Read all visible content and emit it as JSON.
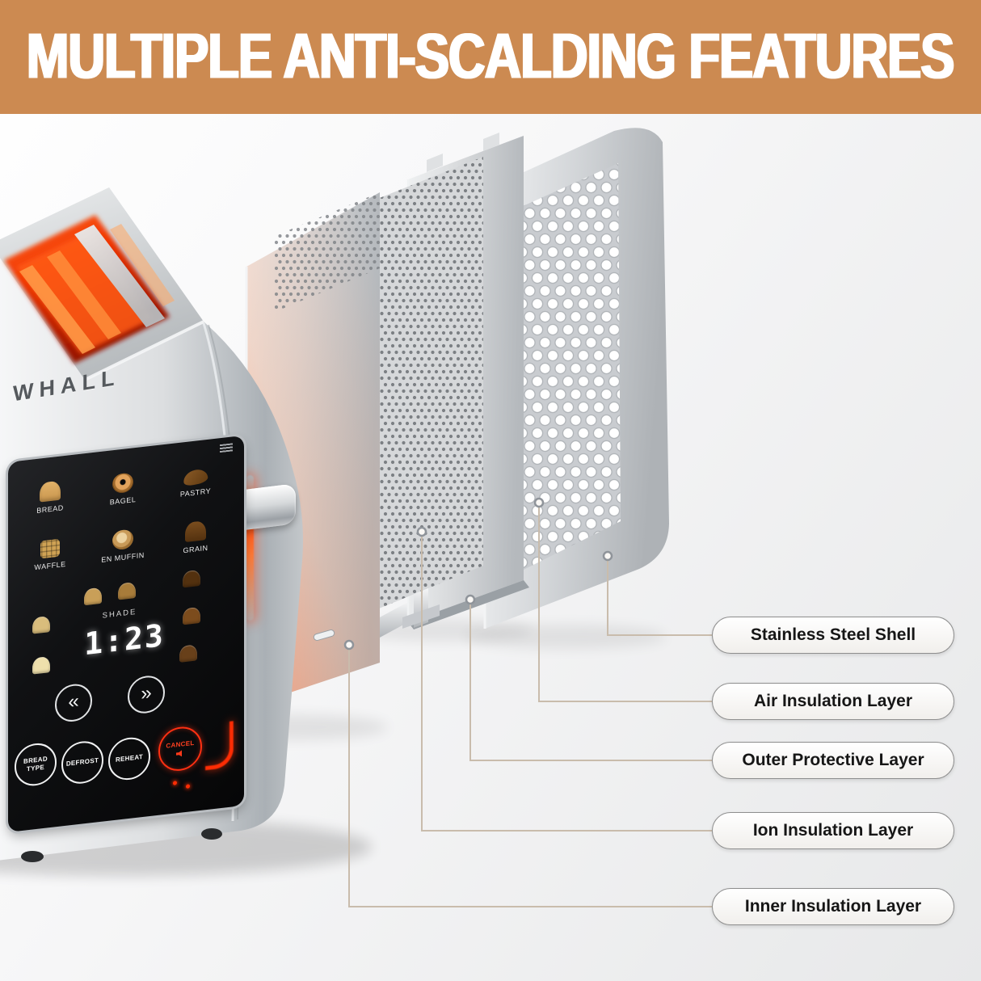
{
  "header": {
    "title": "MULTIPLE ANTI-SCALDING FEATURES"
  },
  "colors": {
    "banner_bg": "#cc8a51",
    "heat_glow_red": "#ff3a0c",
    "metal_light": "#eef0f1",
    "metal_dark": "#a8acb1",
    "callout_line": "#c9bcac"
  },
  "toaster": {
    "brand": "WHALL",
    "control_panel": {
      "modes": [
        {
          "label": "BREAD",
          "icon": "bread-toast-icon"
        },
        {
          "label": "BAGEL",
          "icon": "bagel-icon"
        },
        {
          "label": "PASTRY",
          "icon": "pastry-icon"
        },
        {
          "label": "WAFFLE",
          "icon": "waffle-icon"
        },
        {
          "label": "EN MUFFIN",
          "icon": "english-muffin-icon"
        },
        {
          "label": "GRAIN",
          "icon": "grain-bread-icon"
        }
      ],
      "shade_label": "SHADE",
      "display_value": "1:23",
      "nav": {
        "prev": "«",
        "next": "»"
      },
      "action_buttons": [
        {
          "label": "BREAD TYPE"
        },
        {
          "label": "DEFROST"
        },
        {
          "label": "REHEAT"
        },
        {
          "label": "CANCEL",
          "icon": "speaker-icon"
        }
      ]
    }
  },
  "callouts": [
    {
      "label": "Stainless Steel Shell"
    },
    {
      "label": "Air Insulation Layer"
    },
    {
      "label": "Outer Protective Layer"
    },
    {
      "label": "Ion Insulation Layer"
    },
    {
      "label": "Inner Insulation Layer"
    }
  ]
}
